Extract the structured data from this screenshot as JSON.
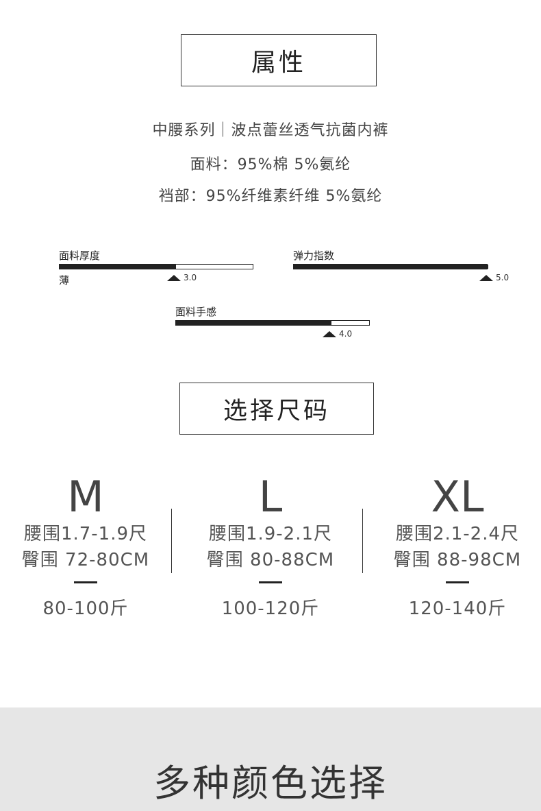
{
  "attributes": {
    "title": "属性",
    "series_line": "中腰系列｜波点蕾丝透气抗菌内裤",
    "fabric_line": "面料：95%棉 5%氨纶",
    "crotch_line": "裆部：95%纤维素纤维 5%氨纶"
  },
  "meters": [
    {
      "label": "面料厚度",
      "value": 3.0,
      "max": 5.0,
      "value_text": "3.0",
      "sub_label": "薄"
    },
    {
      "label": "弹力指数",
      "value": 5.0,
      "max": 5.0,
      "value_text": "5.0",
      "sub_label": ""
    },
    {
      "label": "面料手感",
      "value": 4.0,
      "max": 5.0,
      "value_text": "4.0",
      "sub_label": ""
    }
  ],
  "size_section": {
    "title": "选择尺码",
    "sizes": [
      {
        "letter": "M",
        "waist": "腰围1.7-1.9尺",
        "hip": "臀围 72-80CM",
        "weight": "80-100斤"
      },
      {
        "letter": "L",
        "waist": "腰围1.9-2.1尺",
        "hip": "臀围 80-88CM",
        "weight": "100-120斤"
      },
      {
        "letter": "XL",
        "waist": "腰围2.1-2.4尺",
        "hip": "臀围 88-98CM",
        "weight": "120-140斤"
      }
    ]
  },
  "colors_section": {
    "title": "多种颜色选择"
  },
  "icons": [
    "triangle-up-icon"
  ],
  "accent_color": "#222222",
  "band_color": "#e6e6e6"
}
